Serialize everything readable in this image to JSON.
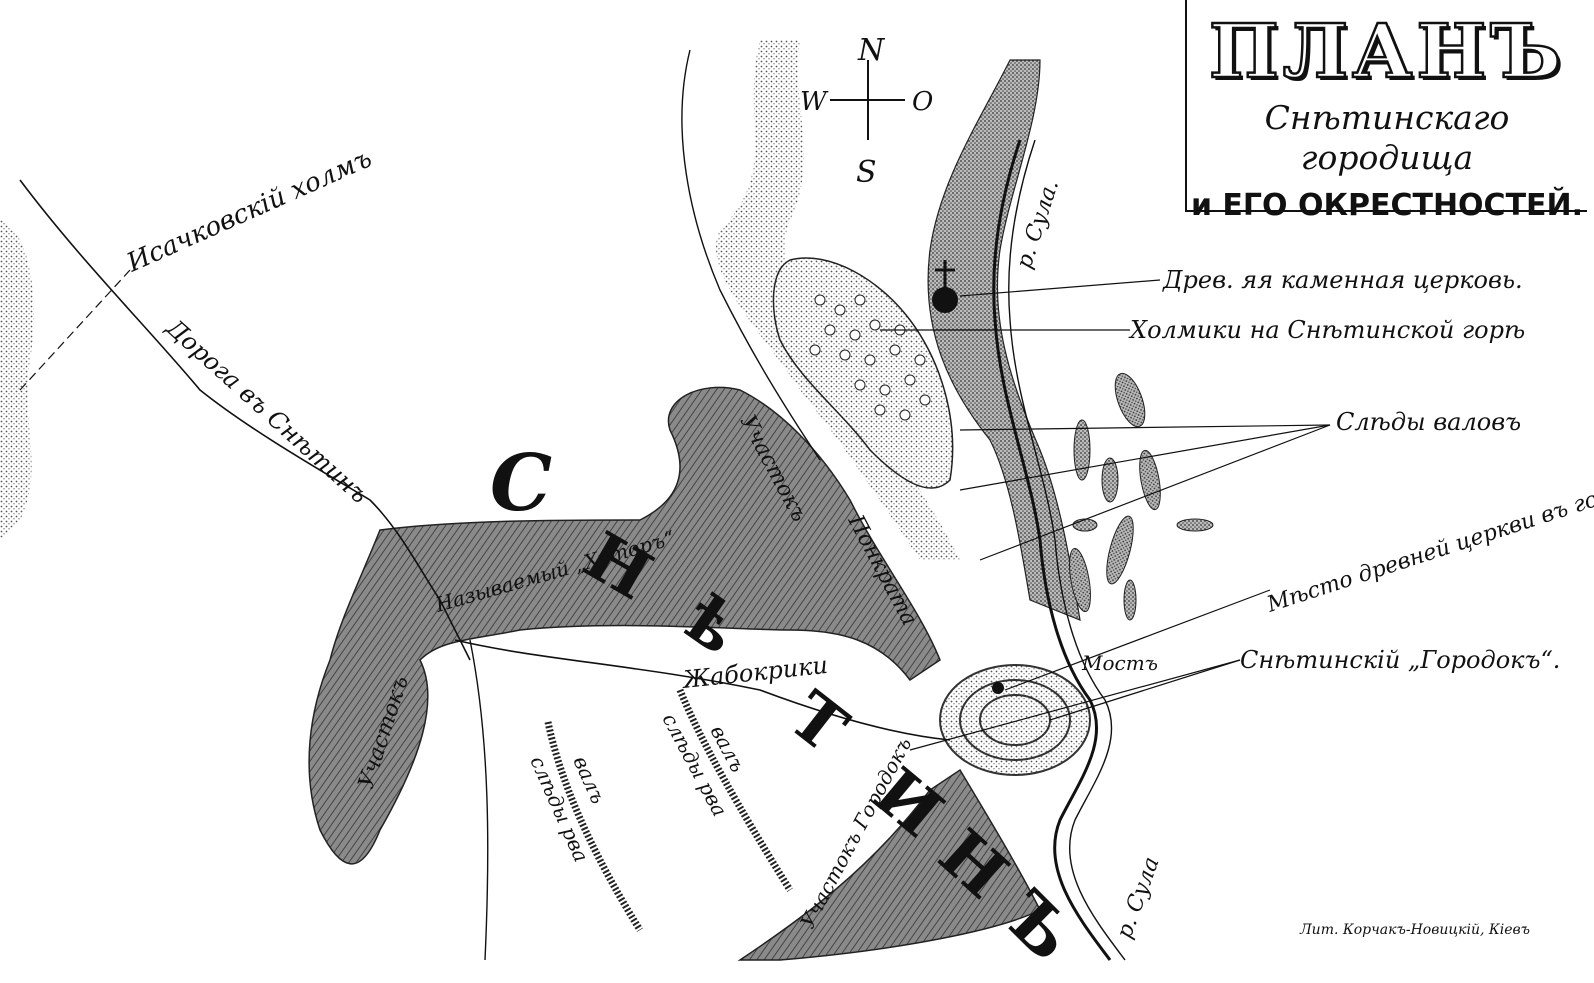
{
  "title": {
    "main": "ПЛАНЪ",
    "sub1": "Снѣтинскаго городища",
    "sub2": "и ЕГО ОКРЕСТНОСТЕЙ."
  },
  "compass": {
    "n": "N",
    "s": "S",
    "w": "W",
    "e": "O"
  },
  "labels": {
    "hill": "Исачковскій холмъ",
    "road": "Дорога въ Снѣтинъ",
    "village_big": [
      "С",
      "Н",
      "ѣ",
      "Т",
      "И",
      "Н",
      "Ъ"
    ],
    "khutor": "Называемый „Хуторъ“",
    "uchastok_west": "Участокъ",
    "uchastok_north": "Участокъ",
    "ponkrat": "Понкрата",
    "zhabokriki": "Жабокрики",
    "val1": "валъ",
    "val1b": "слѣды рва",
    "val2": "валъ",
    "val2b": "слѣды рва",
    "uchastok_gorodok": "Участокъ Городокъ",
    "river_top": "р. Сула.",
    "river_bottom": "р. Сула",
    "most": "Мостъ",
    "church_old": "Древ. яя каменная церковь.",
    "kholmiki": "Холмики на Снѣтинской горѣ",
    "sledy_valov": "Слѣды валовъ",
    "mesto_cerkvi": "Мѣсто древней церкви въ городкѣ.",
    "gorodok": "Снѣтинскій „Городокъ“."
  },
  "credit": "Лит. Корчакъ-Новицкій, Кіевъ"
}
